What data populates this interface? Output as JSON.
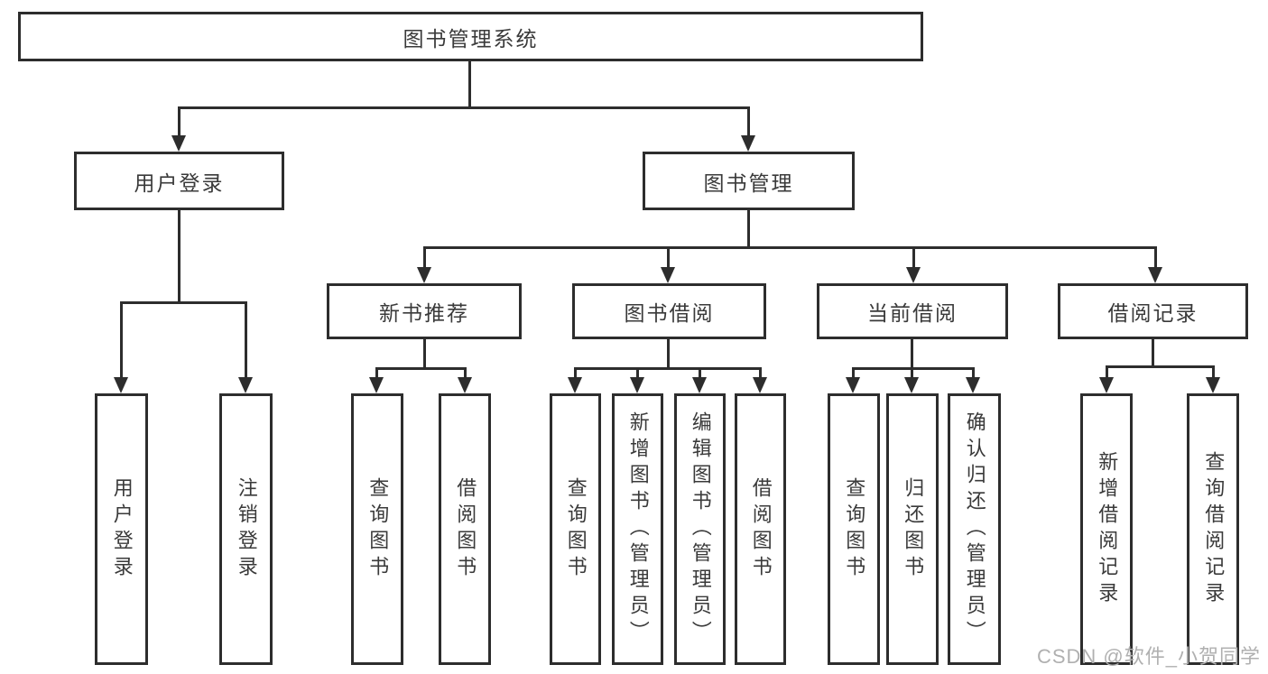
{
  "diagram": {
    "root": {
      "label": "图书管理系统"
    },
    "level2": [
      {
        "label": "用户登录"
      },
      {
        "label": "图书管理"
      }
    ],
    "level3": [
      {
        "label": "新书推荐"
      },
      {
        "label": "图书借阅"
      },
      {
        "label": "当前借阅"
      },
      {
        "label": "借阅记录"
      }
    ],
    "leaves": {
      "login": [
        "用户登录",
        "注销登录"
      ],
      "recommend": [
        "查询图书",
        "借阅图书"
      ],
      "borrow": [
        "查询图书",
        "新增图书（管理员）",
        "编辑图书（管理员）",
        "借阅图书"
      ],
      "current": [
        "查询图书",
        "归还图书",
        "确认归还（管理员）"
      ],
      "records": [
        "新增借阅记录",
        "查询借阅记录"
      ]
    }
  },
  "watermark": {
    "text": "CSDN @软件_小贺同学"
  },
  "colors": {
    "line": "#2d2d2d",
    "text": "#3a3a3a",
    "watermark": "#b0b0b0",
    "background": "#ffffff"
  }
}
